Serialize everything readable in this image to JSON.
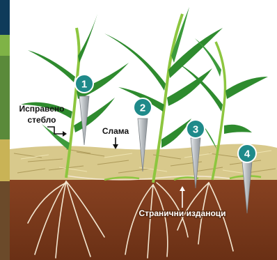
{
  "labels": {
    "upright_stem_line1": "Исправено",
    "upright_stem_line2": "стебло",
    "straw": "Слама",
    "lateral_shoots": "Странични изданоци"
  },
  "markers": [
    {
      "number": "1"
    },
    {
      "number": "2"
    },
    {
      "number": "3"
    },
    {
      "number": "4"
    }
  ],
  "colors": {
    "soil": "#7a3a1c",
    "straw": "#c9b87a",
    "leaf": "#2e8b2e",
    "stem": "#8dc63f",
    "marker_badge": "#1f8a8a",
    "probe": "#cfd3d6"
  }
}
